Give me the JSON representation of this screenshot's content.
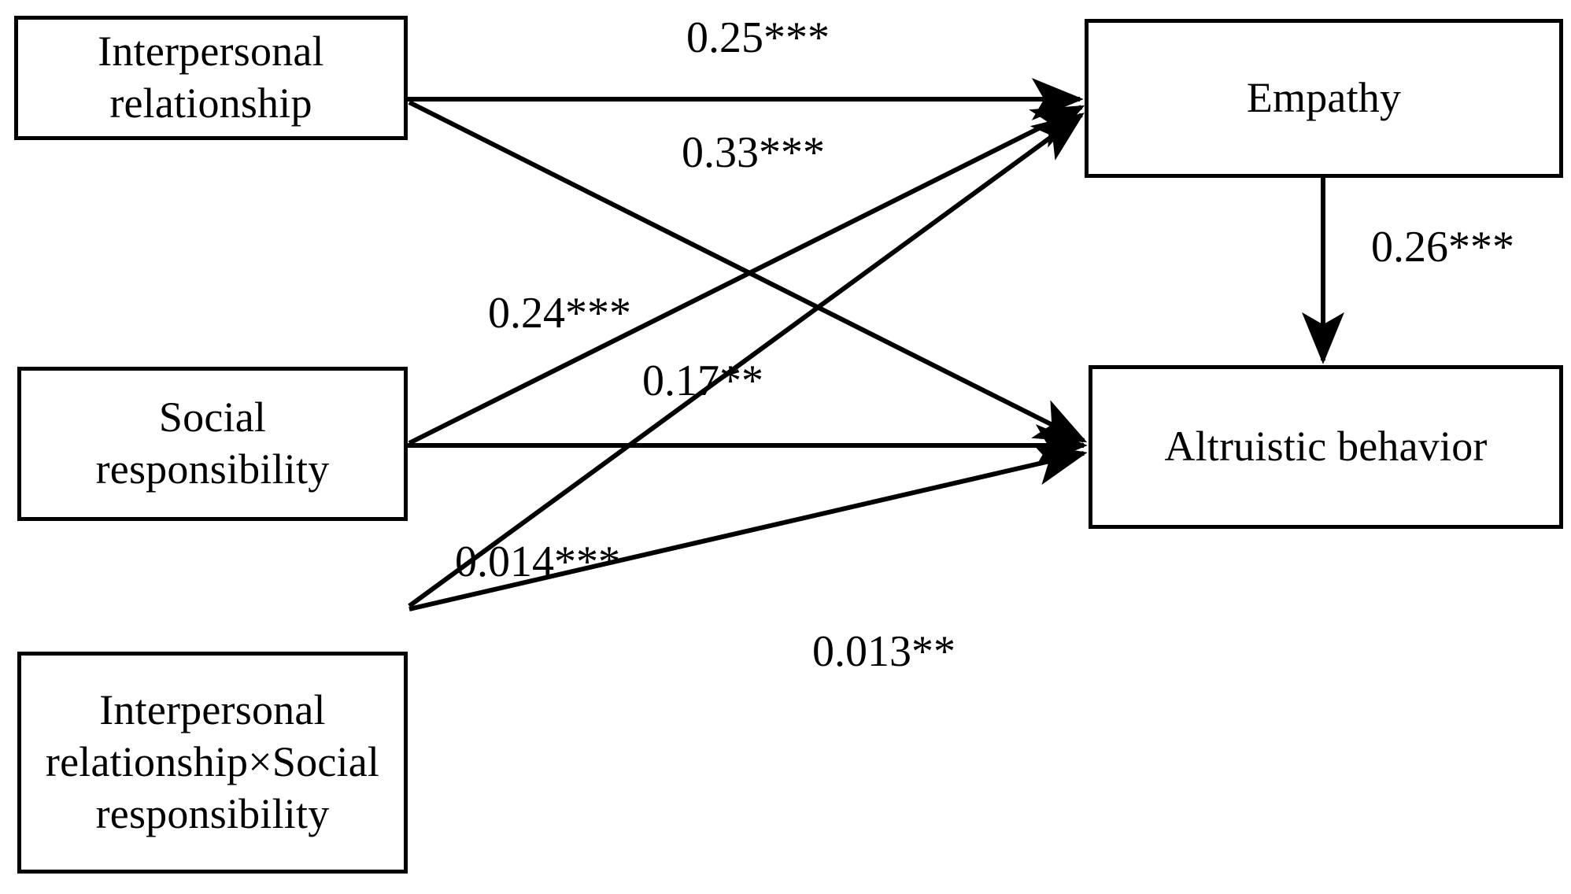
{
  "diagram": {
    "title": "Moderated mediation path model",
    "nodes": {
      "interpersonal_relationship": "Interpersonal\nrelationship",
      "social_responsibility": "Social\nresponsibility",
      "interaction_term": "Interpersonal\nrelationship×Social\nresponsibility",
      "empathy": "Empathy",
      "altruistic_behavior": "Altruistic behavior"
    },
    "edge_labels": {
      "ir_to_empathy": "0.25***",
      "ir_to_altruistic": "0.33***",
      "sr_to_empathy": "0.24***",
      "sr_to_altruistic": "0.17**",
      "empathy_to_altruistic": "0.26***",
      "interaction_to_empathy": "0.014***",
      "interaction_to_altruistic": "0.013**"
    },
    "colors": {
      "stroke": "#000000",
      "background": "#ffffff",
      "text": "#000000"
    }
  },
  "chart_data": {
    "type": "diagram",
    "title": "Moderated mediation path model",
    "nodes": [
      {
        "id": "interpersonal_relationship",
        "label": "Interpersonal relationship",
        "column": "left",
        "row": 1
      },
      {
        "id": "social_responsibility",
        "label": "Social responsibility",
        "column": "left",
        "row": 2
      },
      {
        "id": "interaction_term",
        "label": "Interpersonal relationship×Social responsibility",
        "column": "left",
        "row": 3
      },
      {
        "id": "empathy",
        "label": "Empathy",
        "column": "right",
        "row": 1
      },
      {
        "id": "altruistic_behavior",
        "label": "Altruistic behavior",
        "column": "right",
        "row": 2
      }
    ],
    "edges": [
      {
        "from": "interpersonal_relationship",
        "to": "empathy",
        "coefficient": 0.25,
        "significance": "***",
        "label": "0.25***"
      },
      {
        "from": "interpersonal_relationship",
        "to": "altruistic_behavior",
        "coefficient": 0.33,
        "significance": "***",
        "label": "0.33***"
      },
      {
        "from": "social_responsibility",
        "to": "empathy",
        "coefficient": 0.24,
        "significance": "***",
        "label": "0.24***"
      },
      {
        "from": "social_responsibility",
        "to": "altruistic_behavior",
        "coefficient": 0.17,
        "significance": "**",
        "label": "0.17**"
      },
      {
        "from": "empathy",
        "to": "altruistic_behavior",
        "coefficient": 0.26,
        "significance": "***",
        "label": "0.26***"
      },
      {
        "from": "interaction_term",
        "to": "empathy",
        "coefficient": 0.014,
        "significance": "***",
        "label": "0.014***"
      },
      {
        "from": "interaction_term",
        "to": "altruistic_behavior",
        "coefficient": 0.013,
        "significance": "**",
        "label": "0.013**"
      }
    ]
  }
}
